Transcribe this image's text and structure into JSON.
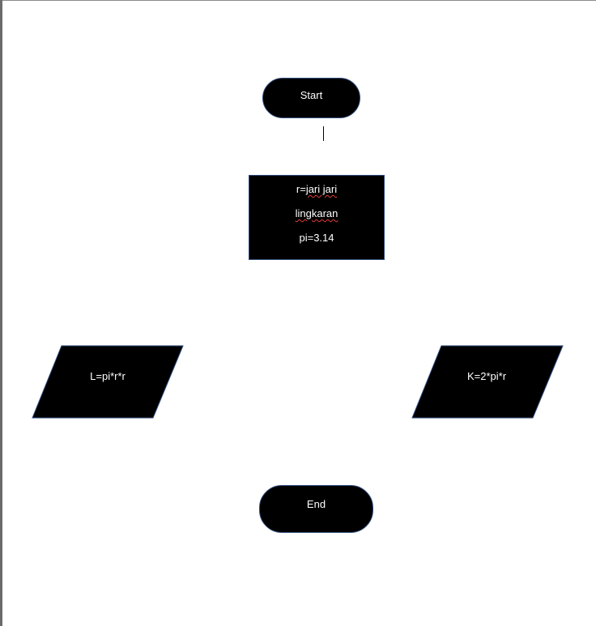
{
  "colors": {
    "shape_fill": "#000000",
    "shape_border": "#2f4b7c",
    "text": "#ffffff",
    "page": "#ffffff",
    "spellcheck": "#e23b3b"
  },
  "flowchart": {
    "start": {
      "label": "Start"
    },
    "process": {
      "line1_prefix": "r=",
      "line1_rest": "jari jari",
      "line2": "lingkaran",
      "line3": "pi=3.14"
    },
    "output_area": {
      "label": "L=pi*r*r"
    },
    "output_circumference": {
      "label": "K=2*pi*r"
    },
    "end": {
      "label": "End"
    }
  }
}
